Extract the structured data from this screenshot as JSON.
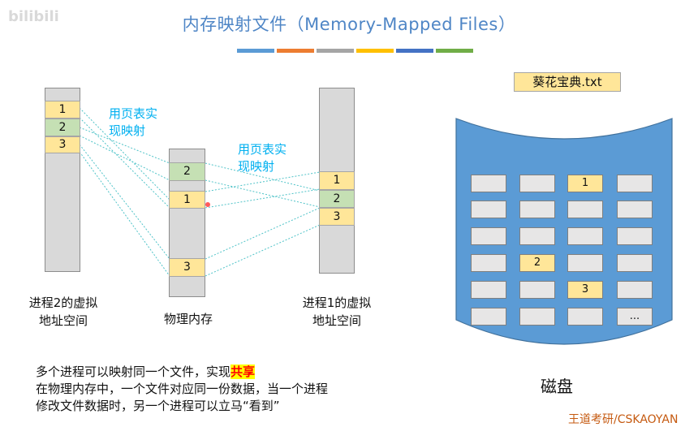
{
  "title": "内存映射文件（Memory-Mapped Files）",
  "watermark": "bilibili",
  "title_bar_colors": [
    "#5b9bd5",
    "#ed7d31",
    "#a5a5a5",
    "#ffc000",
    "#4472c4",
    "#70ad47"
  ],
  "process2": {
    "label_line1": "进程2的虚拟",
    "label_line2": "地址空间",
    "cells": [
      "1",
      "2",
      "3"
    ]
  },
  "physical": {
    "label": "物理内存",
    "cells": [
      "2",
      "1",
      "3"
    ]
  },
  "process1": {
    "label_line1": "进程1的虚拟",
    "label_line2": "地址空间",
    "cells": [
      "1",
      "2",
      "3"
    ]
  },
  "callout_left": {
    "line1": "用页表实",
    "line2": "现映射"
  },
  "callout_right": {
    "line1": "用页表实",
    "line2": "现映射"
  },
  "file_name": "葵花宝典.txt",
  "disk": {
    "label": "磁盘",
    "blocks": [
      [
        "",
        "",
        "1",
        ""
      ],
      [
        "",
        "",
        "",
        ""
      ],
      [
        "",
        "",
        "",
        ""
      ],
      [
        "",
        "2",
        "",
        ""
      ],
      [
        "",
        "",
        "3",
        ""
      ],
      [
        "",
        "",
        "",
        "..."
      ]
    ]
  },
  "note": {
    "line1_prefix": "多个进程可以映射同一个文件，实现",
    "line1_highlight": "共享",
    "line2": "在物理内存中，一个文件对应同一份数据，当一个进程",
    "line3": "修改文件数据时，另一个进程可以立马“看到”"
  },
  "footer_watermark": "王道考研/CSKAOYAN"
}
